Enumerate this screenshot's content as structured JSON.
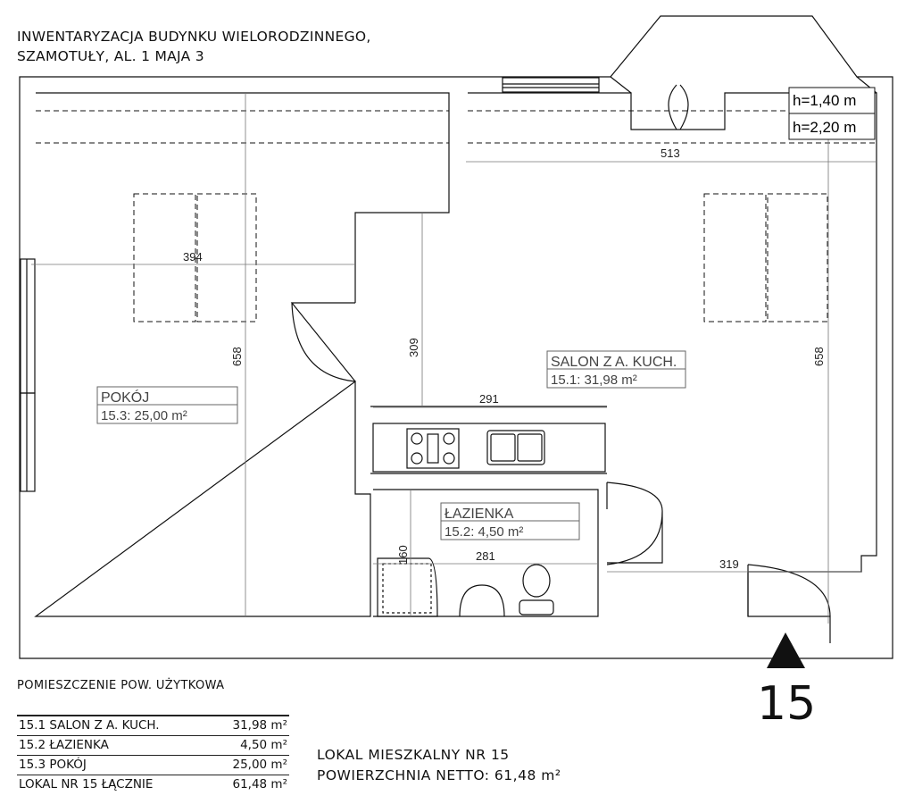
{
  "header": {
    "line1": "INWENTARYZACJA BUDYNKU WIELORODZINNEGO,",
    "line2": "SZAMOTUŁY, AL. 1 MAJA 3"
  },
  "heights": {
    "h1": "h=1,40 m",
    "h2": "h=2,20 m"
  },
  "dimensions": {
    "salon_width": "513",
    "pokoj_width": "394",
    "pokoj_height": "658",
    "corridor_height": "309",
    "salon_height": "658",
    "kitchen_width": "291",
    "bath_width": "281",
    "bath_height": "160",
    "entry_width": "319"
  },
  "rooms": {
    "pokoj": {
      "name": "POKÓJ",
      "area": "15.3: 25,00 m²"
    },
    "salon": {
      "name": "SALON Z A. KUCH.",
      "area": "15.1: 31,98 m²"
    },
    "lazienka": {
      "name": "ŁAZIENKA",
      "area": "15.2: 4,50 m²"
    }
  },
  "legend": {
    "heading": "POMIESZCZENIE   POW. UŻYTKOWA",
    "rows": [
      {
        "name": "15.1 SALON Z A. KUCH.",
        "area": "31,98 m²"
      },
      {
        "name": "15.2 ŁAZIENKA",
        "area": "4,50 m²"
      },
      {
        "name": "15.3 POKÓJ",
        "area": "25,00 m²"
      },
      {
        "name": "LOKAL NR 15 ŁĄCZNIE",
        "area": "61,48 m²"
      }
    ]
  },
  "summary": {
    "line1": "LOKAL MIESZKALNY NR 15",
    "line2": "POWIERZCHNIA NETTO:  61,48 m²"
  },
  "unit_number": "15"
}
